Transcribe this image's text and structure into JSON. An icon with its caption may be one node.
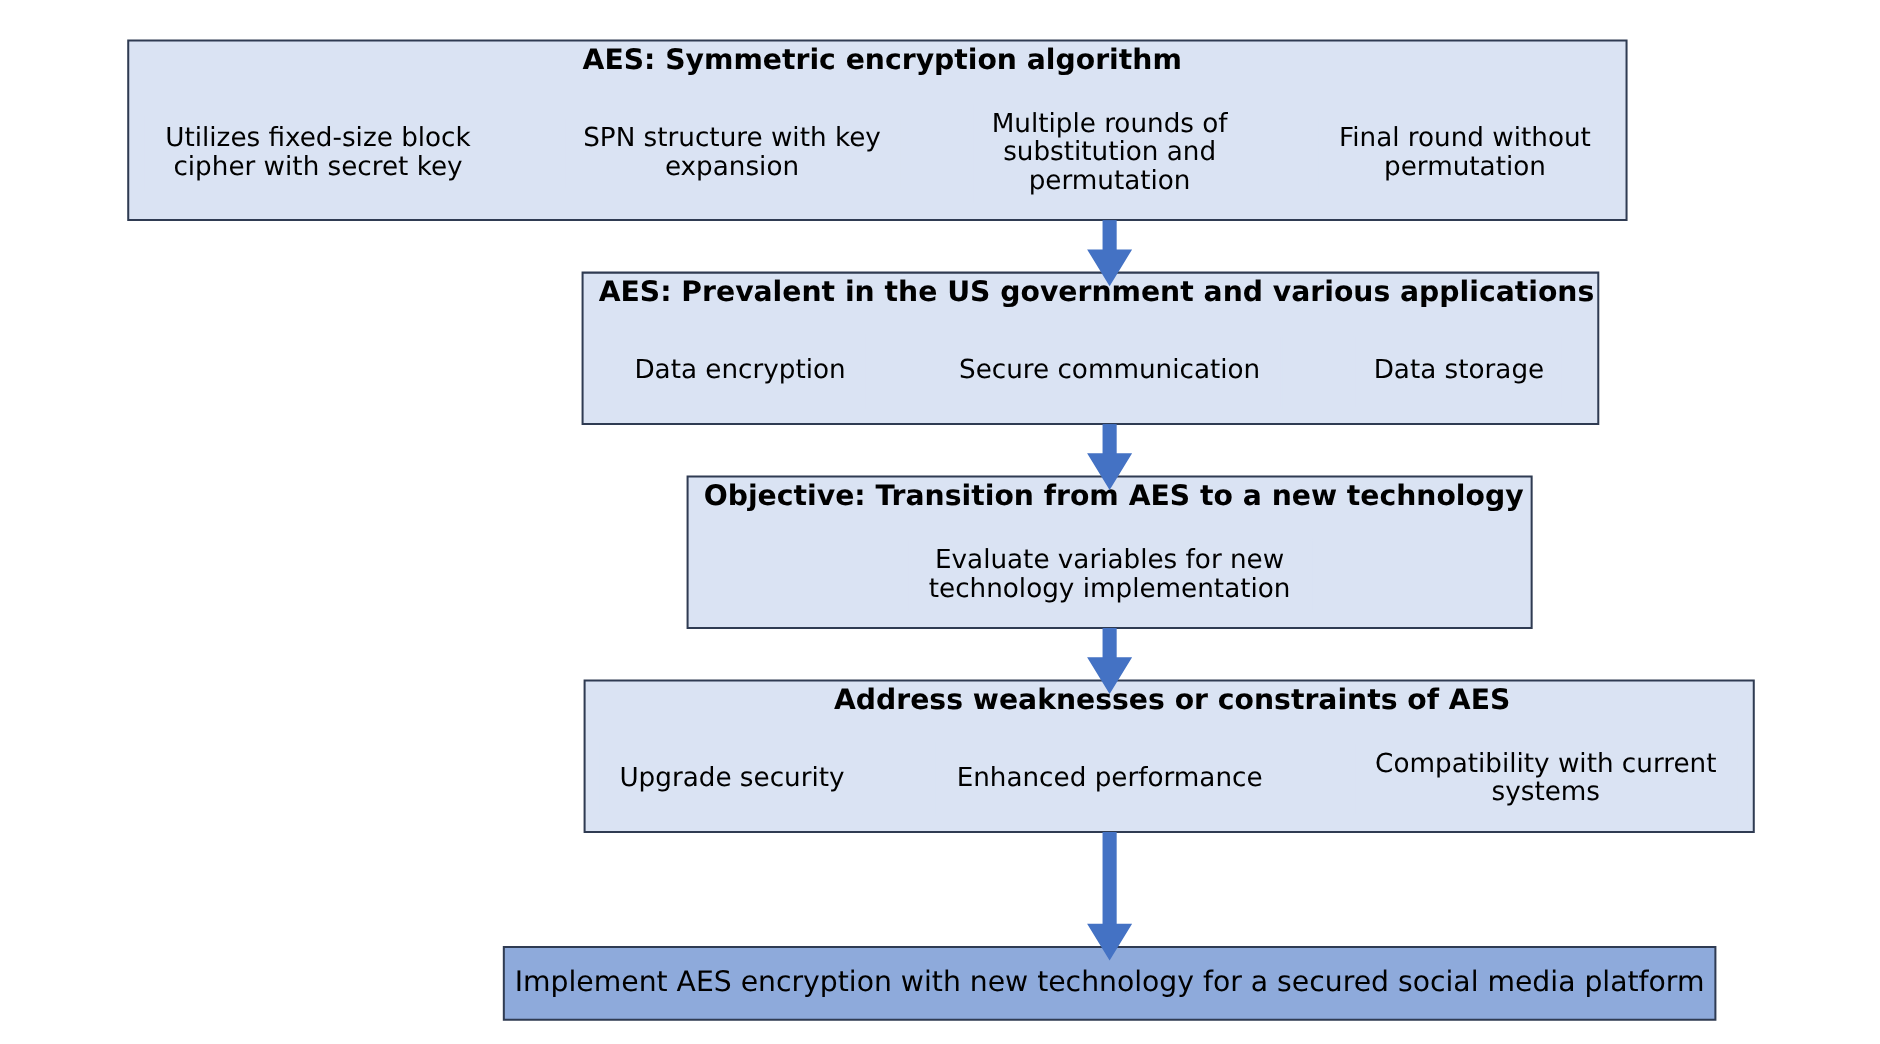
{
  "diagram": {
    "nodes": [
      {
        "text": [
          "AES: Symmetric encryption algorithm"
        ]
      },
      {
        "text": [
          "Utilizes fixed-size block cipher with secret key"
        ],
        "in": 0
      },
      {
        "text": [
          "SPN structure with key expansion"
        ],
        "in": 0
      },
      {
        "text": [
          "Multiple rounds of substitution and permutation"
        ],
        "in": 0
      },
      {
        "text": [
          "Final round without permutation"
        ],
        "in": 0
      },
      {
        "text": [
          "AES: Prevalent in the US government and various applications"
        ]
      },
      {
        "text": [
          "Data encryption"
        ],
        "in": 5
      },
      {
        "text": [
          "Secure communication"
        ],
        "in": 5
      },
      {
        "text": [
          "Data storage"
        ],
        "in": 5
      },
      {
        "text": [
          "Objective: Transition from AES to a new technology"
        ]
      },
      {
        "text": [
          "Evaluate variables for new technology implementation"
        ],
        "in": 9
      },
      {
        "text": [
          "Address weaknesses or constraints of AES"
        ]
      },
      {
        "text": [
          "Upgrade security"
        ],
        "in": 11
      },
      {
        "text": [
          "Enhanced performance"
        ],
        "in": 11
      },
      {
        "text": [
          "Compatibility with current systems"
        ],
        "in": 11
      },
      {
        "text": [
          "Implement AES encryption with new technology for a secured social media platform"
        ]
      }
    ],
    "edges": [
      {
        "from": 0,
        "to": 5,
        "arrow": "to"
      },
      {
        "from": 5,
        "to": 9,
        "arrow": "to"
      },
      {
        "from": 9,
        "to": 11,
        "arrow": "to"
      },
      {
        "from": 11,
        "to": 15,
        "arrow": "to"
      }
    ]
  }
}
